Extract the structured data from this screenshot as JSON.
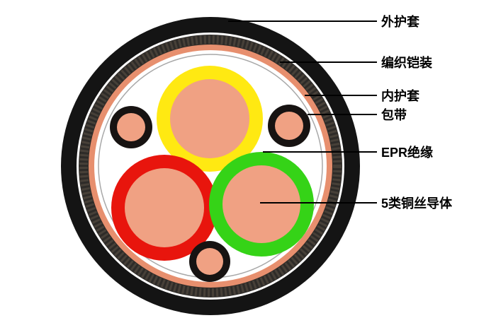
{
  "diagram": {
    "labels": {
      "outer_sheath": "外护套",
      "braided_armor": "编织铠装",
      "inner_sheath": "内护套",
      "tape": "包带",
      "epr_insulation": "EPR绝缘",
      "conductor": "5类铜丝导体"
    },
    "colors": {
      "outer_sheath": "#141414",
      "braided_armor": "#2e2b28",
      "armor_texture": "#474038",
      "inner_sheath": "#e78f6e",
      "tape_line": "#a8a8a8",
      "conductor_core": "#f0a183",
      "epr_yellow": "#ffe912",
      "epr_red": "#e8150d",
      "epr_green": "#35d317",
      "filler_ring": "#171312",
      "background": "#ffffff"
    }
  }
}
